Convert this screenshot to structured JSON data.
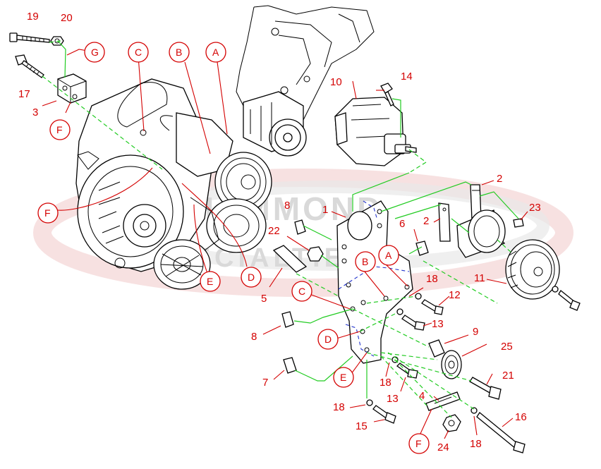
{
  "watermark": {
    "line1": "HAMMOND",
    "line2": "SPECIALTIES",
    "color": "#d9d9d9",
    "accent": "#f0b0b0"
  },
  "colors": {
    "callout": "#d40000",
    "guide_line": "#22cc22",
    "hidden_line": "#2233cc",
    "outline": "#000000"
  },
  "callouts": {
    "n19": "19",
    "n20": "20",
    "n17": "17",
    "n3": "3",
    "n10": "10",
    "n14": "14",
    "n2a": "2",
    "n2b": "2",
    "n23": "23",
    "n8a": "8",
    "n1": "1",
    "n6": "6",
    "n22": "22",
    "n5": "5",
    "n11": "11",
    "n18a": "18",
    "n12": "12",
    "n13a": "13",
    "n9": "9",
    "n8b": "8",
    "n25": "25",
    "n7": "7",
    "n18b": "18",
    "n13b": "13",
    "n21": "21",
    "n4": "4",
    "n18c": "18",
    "n15": "15",
    "n16": "16",
    "n24": "24",
    "n18d": "18"
  },
  "letters": {
    "G": "G",
    "C_top": "C",
    "B_top": "B",
    "A_top": "A",
    "F_top": "F",
    "F_mid": "F",
    "E_mid": "E",
    "D_mid": "D",
    "A_br": "A",
    "B_br": "B",
    "C_br": "C",
    "D_br": "D",
    "E_br": "E",
    "F_bot": "F"
  }
}
